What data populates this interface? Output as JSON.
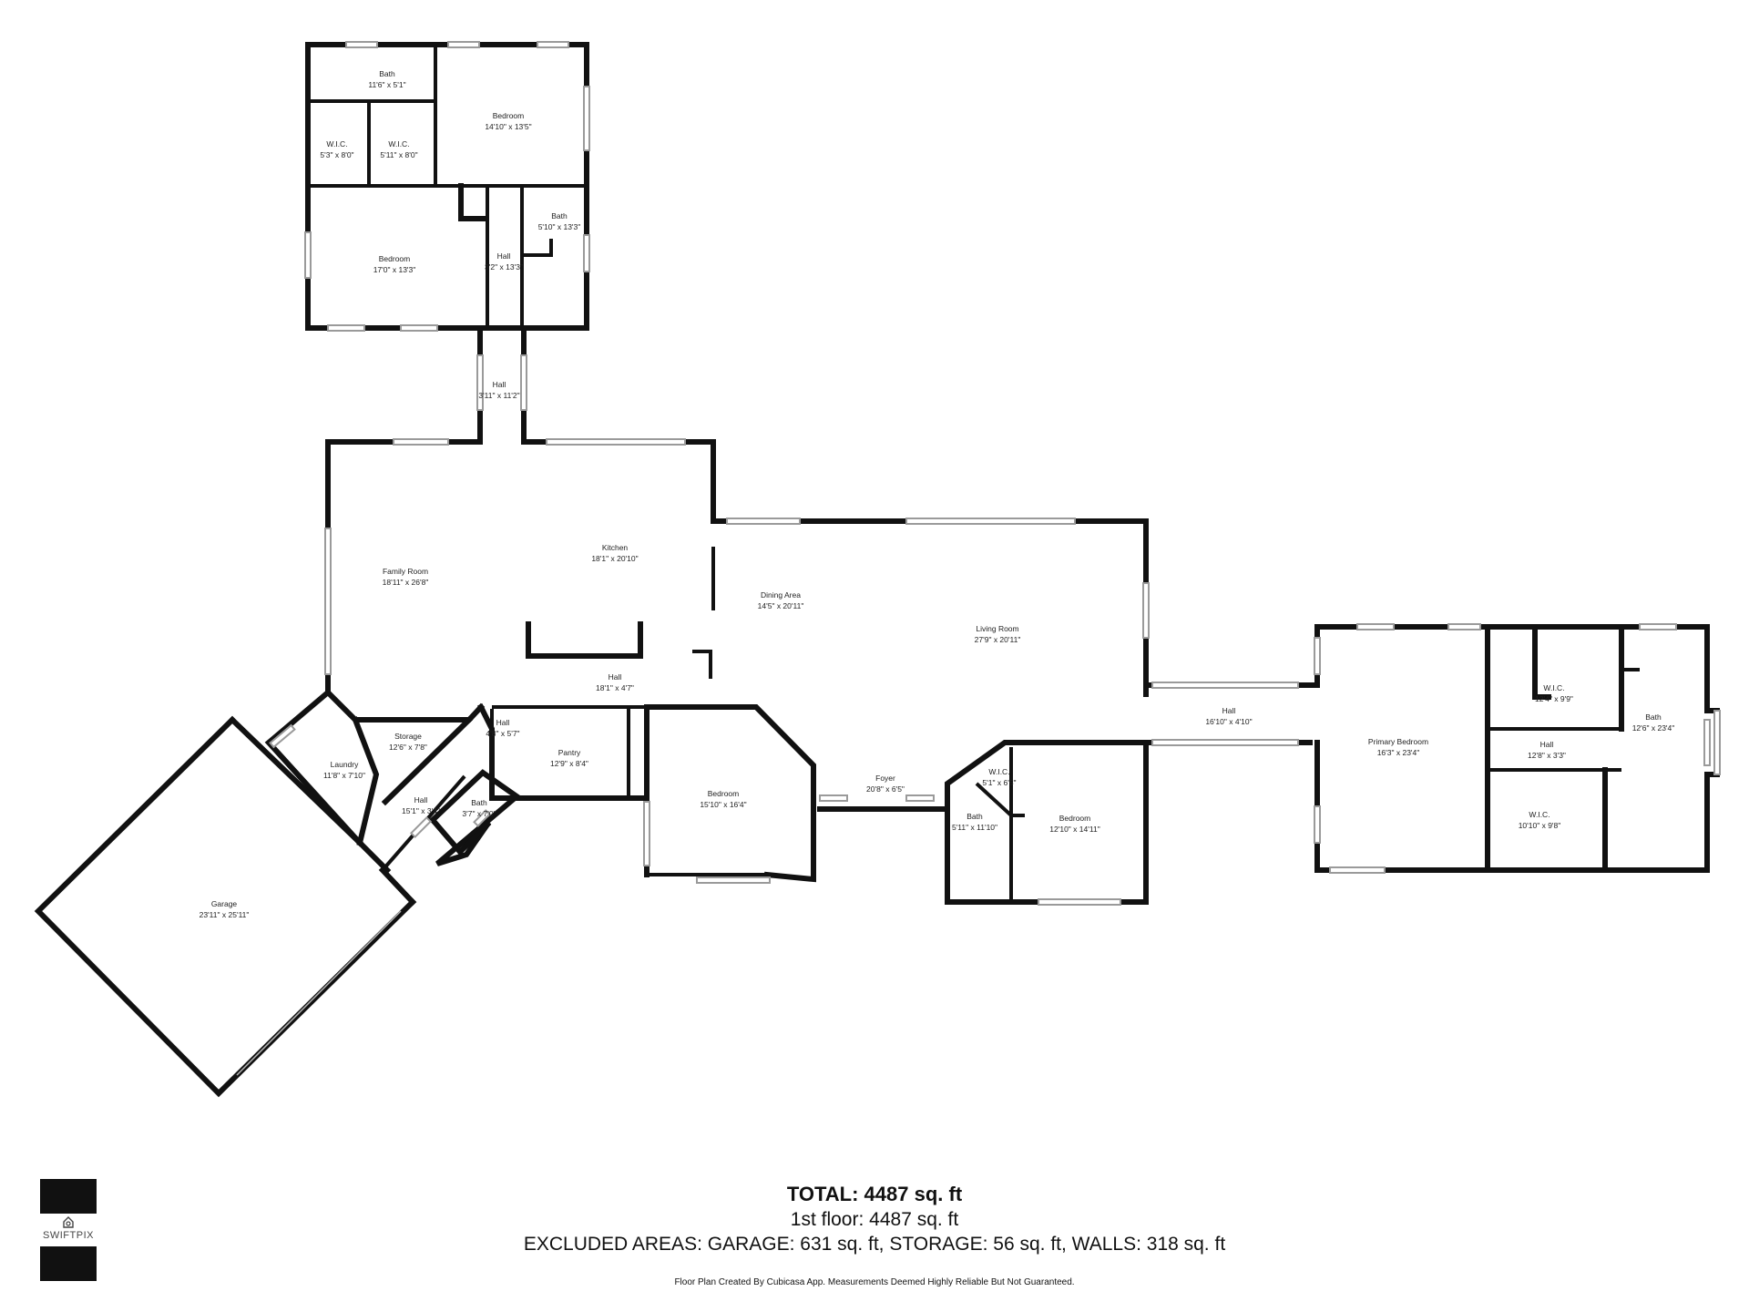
{
  "rooms": {
    "bath_top": {
      "name": "Bath",
      "dim": "11'6\" x 5'1\""
    },
    "wic_a": {
      "name": "W.I.C.",
      "dim": "5'3\" x 8'0\""
    },
    "wic_b": {
      "name": "W.I.C.",
      "dim": "5'11\" x 8'0\""
    },
    "bedroom_ne": {
      "name": "Bedroom",
      "dim": "14'10\" x 13'5\""
    },
    "bedroom_nw": {
      "name": "Bedroom",
      "dim": "17'0\" x 13'3\""
    },
    "hall_north": {
      "name": "Hall",
      "dim": "3'2\" x 13'3\""
    },
    "bath_north": {
      "name": "Bath",
      "dim": "5'10\" x 13'3\""
    },
    "hall_link": {
      "name": "Hall",
      "dim": "3'11\" x 11'2\""
    },
    "family_room": {
      "name": "Family Room",
      "dim": "18'11\" x 26'8\""
    },
    "kitchen": {
      "name": "Kitchen",
      "dim": "18'1\" x 20'10\""
    },
    "dining": {
      "name": "Dining Area",
      "dim": "14'5\" x 20'11\""
    },
    "living": {
      "name": "Living Room",
      "dim": "27'9\" x 20'11\""
    },
    "hall_mid": {
      "name": "Hall",
      "dim": "18'1\" x 4'7\""
    },
    "storage": {
      "name": "Storage",
      "dim": "12'6\" x 7'8\""
    },
    "hall_small": {
      "name": "Hall",
      "dim": "4'8\" x 5'7\""
    },
    "laundry": {
      "name": "Laundry",
      "dim": "11'8\" x 7'10\""
    },
    "pantry": {
      "name": "Pantry",
      "dim": "12'9\" x 8'4\""
    },
    "hall_diag": {
      "name": "Hall",
      "dim": "15'1\" x 3'4\""
    },
    "bath_small": {
      "name": "Bath",
      "dim": "3'7\" x 7'0\""
    },
    "bedroom_center": {
      "name": "Bedroom",
      "dim": "15'10\" x 16'4\""
    },
    "foyer": {
      "name": "Foyer",
      "dim": "20'8\" x 6'5\""
    },
    "wic_c": {
      "name": "W.I.C.",
      "dim": "5'1\" x 6'5\""
    },
    "bath_c": {
      "name": "Bath",
      "dim": "5'11\" x 11'10\""
    },
    "bedroom_e": {
      "name": "Bedroom",
      "dim": "12'10\" x 14'11\""
    },
    "hall_east": {
      "name": "Hall",
      "dim": "16'10\" x 4'10\""
    },
    "primary_bedroom": {
      "name": "Primary Bedroom",
      "dim": "16'3\" x 23'4\""
    },
    "wic_p1": {
      "name": "W.I.C.",
      "dim": "12'4\" x 9'9\""
    },
    "hall_p": {
      "name": "Hall",
      "dim": "12'8\" x 3'3\""
    },
    "wic_p2": {
      "name": "W.I.C.",
      "dim": "10'10\" x 9'8\""
    },
    "bath_p": {
      "name": "Bath",
      "dim": "12'6\" x 23'4\""
    },
    "garage": {
      "name": "Garage",
      "dim": "23'11\" x 25'11\""
    }
  },
  "summary": {
    "total": "TOTAL: 4487 sq. ft",
    "floor": "1st floor: 4487 sq. ft",
    "excluded": "EXCLUDED AREAS: GARAGE: 631 sq. ft, STORAGE: 56 sq. ft, WALLS: 318 sq. ft",
    "disclaimer": "Floor Plan Created By Cubicasa App. Measurements Deemed Highly Reliable But Not Guaranteed."
  },
  "logo": {
    "text": "SWIFTPIX",
    "icon": "house-icon"
  }
}
